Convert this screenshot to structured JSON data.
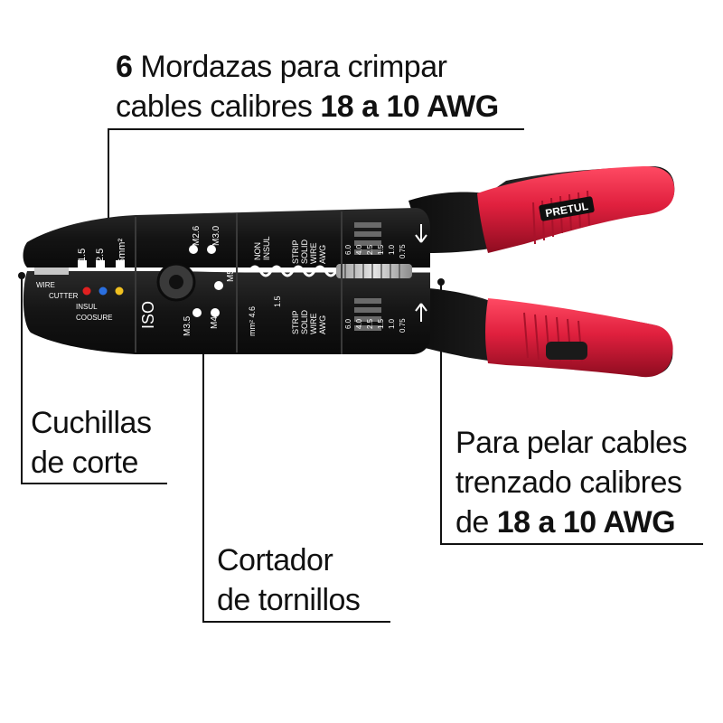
{
  "callouts": {
    "crimp": {
      "line1_a": "6",
      "line1_b": " Mordazas para crimpar",
      "line2_a": "cables calibres ",
      "line2_b": "18 a 10 AWG"
    },
    "cutting": {
      "line1": "Cuchillas",
      "line2": "de corte"
    },
    "bolt": {
      "line1": "Cortador",
      "line2": "de tornillos"
    },
    "strip": {
      "line1": "Para pelar cables",
      "line2": "trenzado calibres",
      "line3_a": "de ",
      "line3_b": "18 a 10 AWG"
    }
  },
  "tool_labels": {
    "brand": "PRETUL",
    "g15": "1.5",
    "g25": "2.5",
    "g6": "6mm²",
    "m26": "M2.6",
    "m30": "M3.0",
    "m35": "M3.5",
    "m4": "M4",
    "m5": "M5",
    "iso": "ISO",
    "wire": "WIRE",
    "cutter": "CUTTER",
    "insul": "INSUL",
    "coosure": "COOSURE",
    "non": "NON",
    "insul2": "INSUL",
    "strip": "STRIP",
    "solid": "SOLID",
    "wire2": "WIRE",
    "awg": "AWG",
    "mm2": "mm² 4.6",
    "mm15": "1.5",
    "strip_b": "STRIP",
    "solid_b": "SOLID",
    "wire_b": "WIRE",
    "awg_b": "AWG",
    "top_scale": [
      "6.0",
      "4.0",
      "2.5",
      "1.5",
      "1.0",
      "0.75"
    ],
    "bottom_scale": [
      "6.0",
      "4.0",
      "2.5",
      "1.5",
      "1.0",
      "0.75"
    ]
  },
  "colors": {
    "handle": "#e0203e",
    "body": "#141414",
    "lines": "#111111"
  }
}
